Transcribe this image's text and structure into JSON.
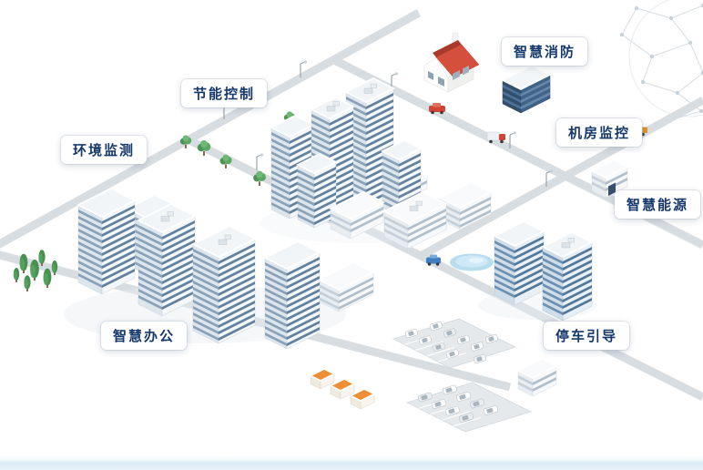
{
  "labels": [
    {
      "id": "energy-saving-control",
      "text": "节能控制"
    },
    {
      "id": "environment-monitoring",
      "text": "环境监测"
    },
    {
      "id": "smart-fire-protection",
      "text": "智慧消防"
    },
    {
      "id": "server-room-monitoring",
      "text": "机房监控"
    },
    {
      "id": "smart-energy",
      "text": "智慧能源"
    },
    {
      "id": "smart-office",
      "text": "智慧办公"
    },
    {
      "id": "parking-guidance",
      "text": "停车引导"
    }
  ],
  "colors": {
    "label_text": "#16386b",
    "label_bg": "#ffffff",
    "road": "#d8dde2",
    "tree": "#4c9355",
    "red_roof": "#d5503c",
    "orange_roof": "#ee8f35",
    "pond": "#b7ddef",
    "dark_building": "#32506d",
    "building_stripe": "#62809c",
    "glass_stripe": "#517899"
  }
}
